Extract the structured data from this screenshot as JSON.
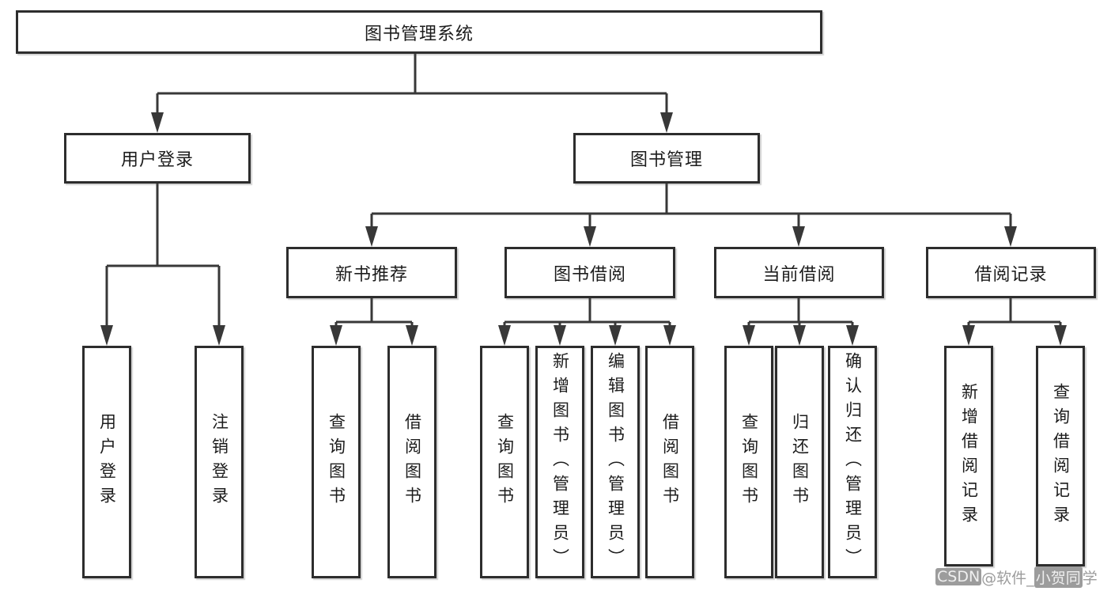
{
  "diagram_type": "hierarchy-tree",
  "colors": {
    "line": "#383838",
    "box_border": "#2d2d2d",
    "text": "#1c1c1c",
    "background": "#ffffff",
    "watermark": "#9c9c9c"
  },
  "tree": {
    "label": "图书管理系统",
    "children": [
      {
        "label": "用户登录",
        "children": [
          {
            "label": "用户登录"
          },
          {
            "label": "注销登录"
          }
        ]
      },
      {
        "label": "图书管理",
        "children": [
          {
            "label": "新书推荐",
            "children": [
              {
                "label": "查询图书"
              },
              {
                "label": "借阅图书"
              }
            ]
          },
          {
            "label": "图书借阅",
            "children": [
              {
                "label": "查询图书"
              },
              {
                "label": "新增图书（管理员）"
              },
              {
                "label": "编辑图书（管理员）"
              },
              {
                "label": "借阅图书"
              }
            ]
          },
          {
            "label": "当前借阅",
            "children": [
              {
                "label": "查询图书"
              },
              {
                "label": "归还图书"
              },
              {
                "label": "确认归还（管理员）"
              }
            ]
          },
          {
            "label": "借阅记录",
            "children": [
              {
                "label": "新增借阅记录"
              },
              {
                "label": "查询借阅记录"
              }
            ]
          }
        ]
      }
    ]
  },
  "watermark": {
    "full": "CSDN @软件_小贺同学",
    "segments": [
      {
        "text": "CSDN",
        "highlight": true
      },
      {
        "text": " @软件_",
        "highlight": false
      },
      {
        "text": "小贺同",
        "highlight": true
      },
      {
        "text": "学",
        "highlight": false
      }
    ]
  }
}
